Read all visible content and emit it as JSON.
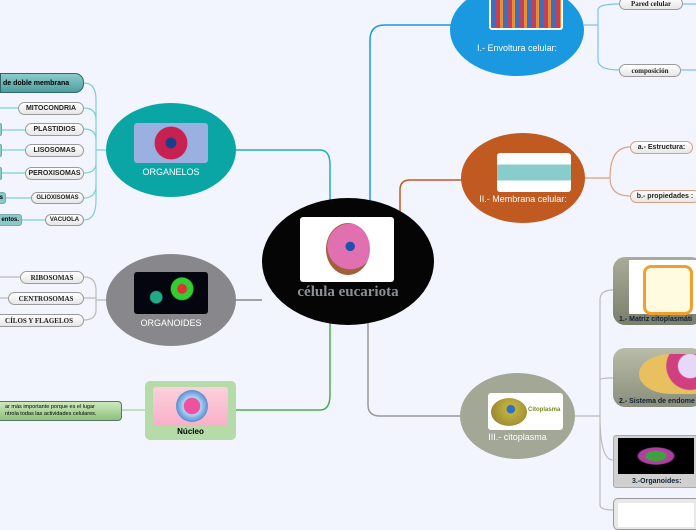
{
  "center": {
    "title": "célula eucariota"
  },
  "organelos": {
    "title": "ORGANELOS",
    "items": [
      "de doble membrana",
      "MITOCONDRIA",
      "PLASTIDIOS",
      "LISOSOMAS",
      "PEROXISOMAS",
      "GLIOXISOMAS",
      "VACUOLA"
    ],
    "cut_texts": [
      "s",
      "entos."
    ]
  },
  "organoides": {
    "title": "ORGANOIDES",
    "items": [
      "RIBOSOMAS",
      "CENTROSOMAS",
      "CÍLOS Y FLAGELOS"
    ]
  },
  "nucleo": {
    "title": "Núcleo",
    "note_line1": "ar más importante porque es el lugar",
    "note_line2": "ntrola todas las actividades celulares."
  },
  "envoltura": {
    "title": "I.- Envoltura celular:",
    "items": [
      "Pared celular",
      "composición"
    ]
  },
  "membrana": {
    "title": "II.- Membrana celular:",
    "items": [
      "a.- Estructura:",
      "b.- propiedades :"
    ]
  },
  "citoplasma": {
    "title": "III.- citoplasma",
    "image_text": "Citoplasma",
    "items": [
      "1.- Matriz citoplasmáti",
      "2.- Sistema de endome",
      "3.-Organoides:"
    ]
  },
  "colors": {
    "organelos": "#0aa5a5",
    "organoides": "#88888c",
    "nucleo": "#b5dca8",
    "envoltura": "#1a98e0",
    "membrana": "#c05a20",
    "citoplasma": "#a3a796",
    "center": "#050505"
  }
}
